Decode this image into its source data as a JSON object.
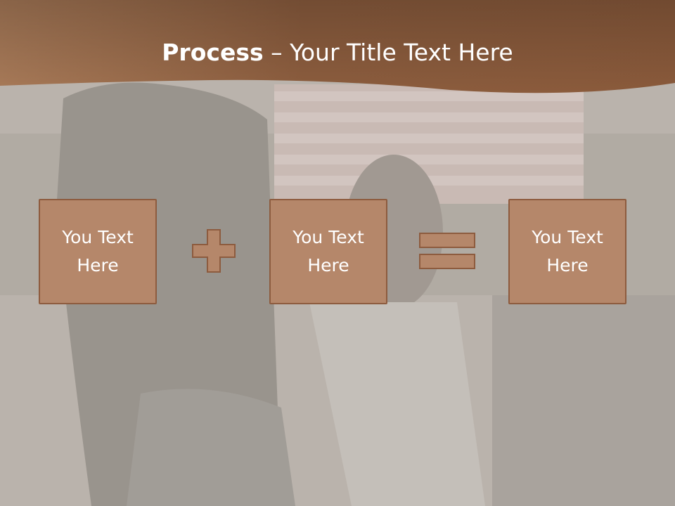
{
  "slide": {
    "title_bold": "Process",
    "title_dash": " – ",
    "title_rest": "Your Title Text Here",
    "boxes": [
      {
        "label": "You Text Here"
      },
      {
        "label": "You Text Here"
      },
      {
        "label": "You Text Here"
      }
    ],
    "operators": [
      "plus-icon",
      "equals-icon"
    ]
  },
  "colors": {
    "banner": "#8b5a3c",
    "box_fill": "#b5876a",
    "box_border": "#8d5b3e",
    "text": "#ffffff"
  }
}
